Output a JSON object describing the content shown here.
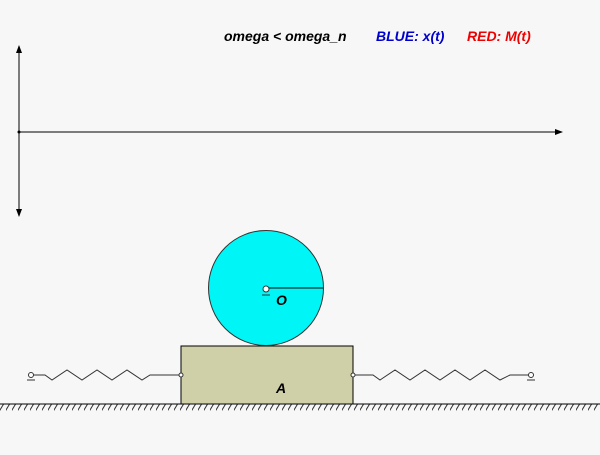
{
  "legend": {
    "condition": "omega < omega_n",
    "blue_label": "BLUE: x(t)",
    "red_label": "RED: M(t)",
    "blue_color": "#0000cc",
    "red_color": "#ee0000"
  },
  "disk": {
    "label": "O",
    "color": "#00f6f6"
  },
  "block": {
    "label": "A",
    "color": "#d0d0a8"
  }
}
